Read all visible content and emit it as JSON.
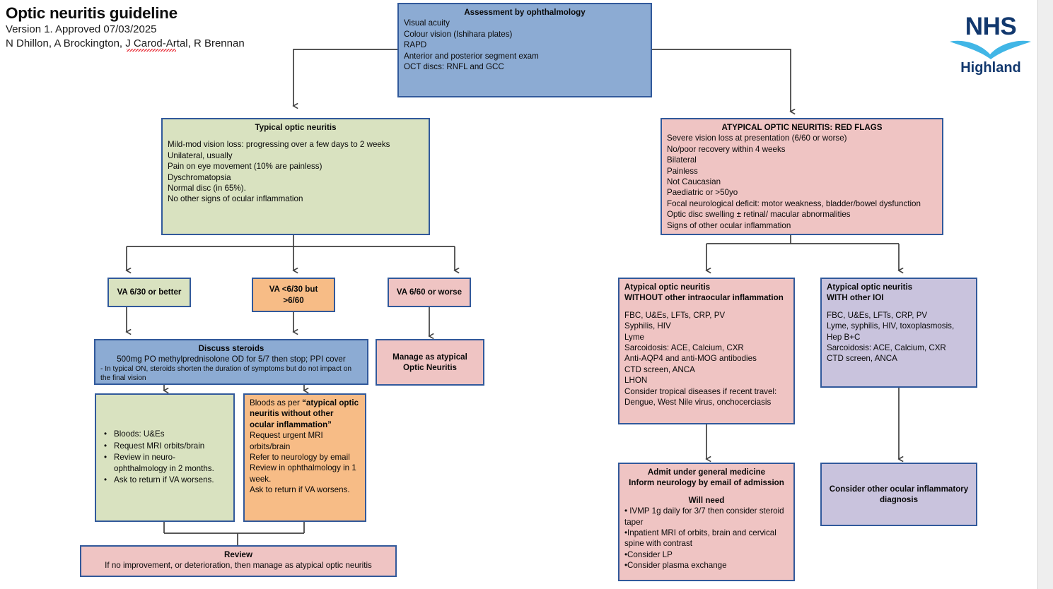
{
  "header": {
    "title": "Optic neuritis guideline",
    "version": "Version 1. Approved 07/03/2025",
    "authors": "N Dhillon, A Brockington, J Carod-Artal, R Brennan"
  },
  "logo": {
    "word": "NHS",
    "sub": "Highland",
    "color": "#12386e",
    "swoosh_color": "#41b6e6"
  },
  "colors": {
    "blue": "#8cabd3",
    "green": "#d9e2c0",
    "pink": "#efc4c3",
    "orange": "#f7bc86",
    "purple": "#c9c3dd",
    "border": "#31599b",
    "connector": "#3f3f3f"
  },
  "nodes": {
    "assessment": {
      "heading": "Assessment by ophthalmology",
      "lines": [
        "Visual acuity",
        "Colour vision (Ishihara plates)",
        "RAPD",
        "Anterior and posterior segment exam",
        "OCT discs: RNFL and GCC"
      ]
    },
    "typical": {
      "heading": "Typical optic neuritis",
      "lines": [
        "Mild-mod vision loss: progressing over a few days to 2 weeks",
        "Unilateral, usually",
        "Pain on eye movement (10% are painless)",
        "Dyschromatopsia",
        "Normal disc (in 65%).",
        "No other signs of ocular inflammation"
      ]
    },
    "redflags": {
      "heading": "ATYPICAL OPTIC NEURITIS: RED FLAGS",
      "lines": [
        "Severe vision loss at presentation (6/60 or worse)",
        "No/poor recovery within 4 weeks",
        "Bilateral",
        "Painless",
        "Not Caucasian",
        "Paediatric or >50yo",
        "Focal neurological deficit: motor weakness, bladder/bowel dysfunction",
        "Optic disc swelling ± retinal/ macular abnormalities",
        "Signs of other ocular inflammation"
      ]
    },
    "va_good": {
      "lines": [
        "VA 6/30 or better"
      ]
    },
    "va_mid": {
      "lines": [
        "VA <6/30 but",
        ">6/60"
      ]
    },
    "va_worse": {
      "lines": [
        "VA 6/60 or worse"
      ]
    },
    "steroids": {
      "heading": "Discuss steroids",
      "line_main": "500mg PO methylprednisolone OD for 5/7 then stop; PPI cover",
      "line_small": "- In typical ON, steroids shorten the duration of symptoms but do not impact on the final vision"
    },
    "manage_atypical": {
      "lines": [
        "Manage as atypical",
        "Optic Neuritis"
      ]
    },
    "green_plan": {
      "bullets": [
        "Bloods: U&Es",
        "Request MRI orbits/brain",
        "Review in neuro-ophthalmology in 2 months.",
        "Ask to return if VA worsens."
      ]
    },
    "orange_plan": {
      "intro_plain": "Bloods as per ",
      "intro_bold": "“atypical optic neuritis without other ocular inflammation”",
      "lines": [
        "Request urgent MRI orbits/brain",
        "Refer to neurology by email",
        "Review in ophthalmology in 1 week.",
        "Ask to return if VA worsens."
      ]
    },
    "review": {
      "heading": "Review",
      "lines": [
        "If no improvement, or deterioration, then manage as atypical optic neuritis"
      ]
    },
    "without_ioi": {
      "heading_lines": [
        "Atypical optic neuritis",
        "WITHOUT other intraocular inflammation"
      ],
      "lines": [
        "FBC, U&Es, LFTs, CRP, PV",
        "Syphilis, HIV",
        "Lyme",
        "Sarcoidosis: ACE, Calcium, CXR",
        "Anti-AQP4 and anti-MOG antibodies",
        "CTD screen, ANCA",
        "LHON",
        "Consider tropical diseases if recent travel:",
        "Dengue, West Nile virus, onchocerciasis"
      ]
    },
    "with_ioi": {
      "heading_lines": [
        "Atypical optic neuritis",
        "WITH other IOI"
      ],
      "lines": [
        "FBC, U&Es, LFTs, CRP, PV",
        "Lyme, syphilis, HIV, toxoplasmosis,",
        "Hep B+C",
        "Sarcoidosis: ACE, Calcium, CXR",
        "CTD screen, ANCA"
      ]
    },
    "admit": {
      "heading_lines": [
        "Admit under general medicine",
        "Inform neurology by email of admission"
      ],
      "subheading": "Will need",
      "lines": [
        "• IVMP 1g daily for 3/7 then consider steroid taper",
        "•Inpatient MRI of orbits, brain and cervical spine with contrast",
        "•Consider LP",
        "•Consider plasma exchange"
      ]
    },
    "consider_other": {
      "lines": [
        "Consider other ocular inflammatory",
        "diagnosis"
      ]
    }
  }
}
